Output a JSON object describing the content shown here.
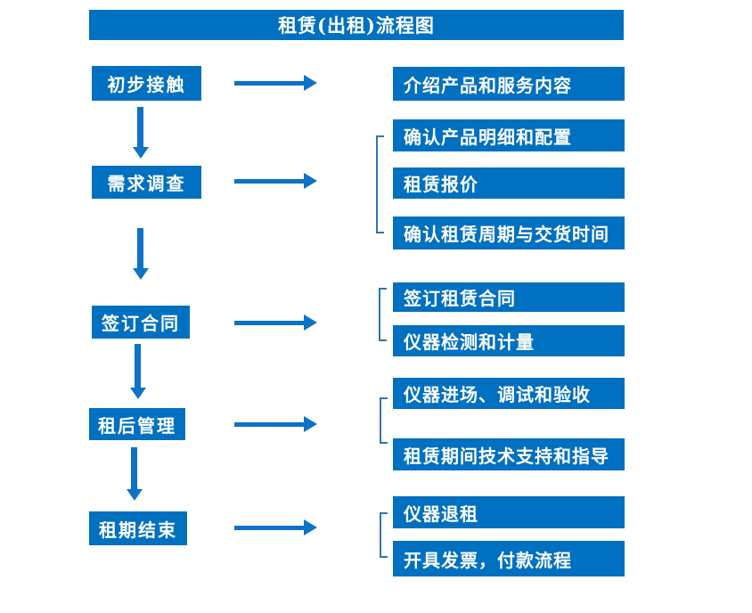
{
  "title": "租赁(出租)流程图",
  "colors": {
    "box_blue": "#0070C0",
    "arrow_blue": "#0E72C6",
    "bracket_blue": "#2E75B6",
    "text_white": "#FFFFFF",
    "page_bg": "#FFFFFF"
  },
  "stages": [
    {
      "label": "初步接触",
      "outputs": [
        "介绍产品和服务内容"
      ]
    },
    {
      "label": "需求调查",
      "outputs": [
        "确认产品明细和配置",
        "租赁报价",
        "确认租赁周期与交货时间"
      ]
    },
    {
      "label": "签订合同",
      "outputs": [
        "签订租赁合同",
        "仪器检测和计量"
      ]
    },
    {
      "label": "租后管理",
      "outputs": [
        "仪器进场、调试和验收",
        "租赁期间技术支持和指导"
      ]
    },
    {
      "label": "租期结束",
      "outputs": [
        "仪器退租",
        "开具发票，付款流程"
      ]
    }
  ]
}
